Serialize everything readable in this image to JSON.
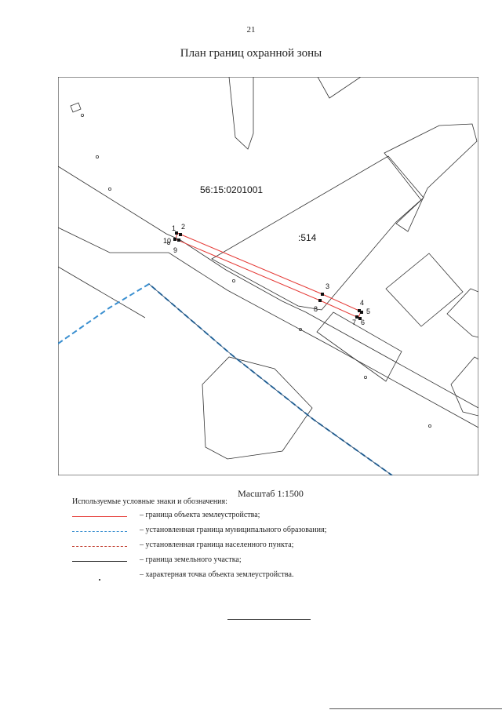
{
  "page_number": "21",
  "title": "План границ охранной зоны",
  "map": {
    "quarter_label": "56:15:0201001",
    "parcel_label": ":514",
    "points": [
      "1",
      "2",
      "3",
      "4",
      "5",
      "6",
      "7",
      "8",
      "9",
      "10"
    ]
  },
  "scale": "Масштаб 1:1500",
  "legend": {
    "title": "Используемые условные знаки и обозначения:",
    "items": [
      {
        "name": "object-boundary",
        "text": "– граница объекта землеустройства;",
        "color": "#e53935"
      },
      {
        "name": "municipal-boundary",
        "text": "– установленная граница муниципального образования;",
        "color": "#3a8fd0"
      },
      {
        "name": "settlement-boundary",
        "text": "– установленная граница населенного пункта;",
        "color": "#c0392b"
      },
      {
        "name": "land-parcel-boundary",
        "text": "– граница земельного участка;",
        "color": "#222222"
      },
      {
        "name": "characteristic-point",
        "text": "– характерная точка объекта землеустройства.",
        "color": "#111111"
      }
    ]
  }
}
